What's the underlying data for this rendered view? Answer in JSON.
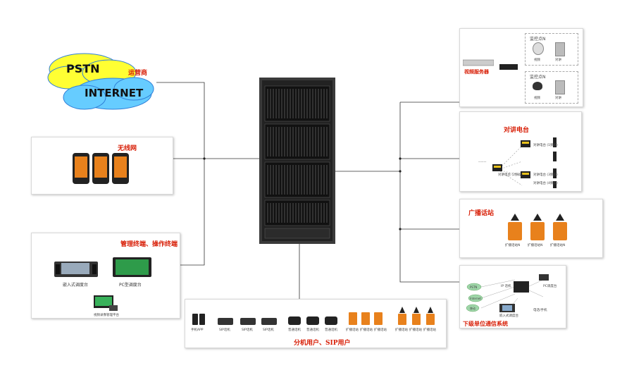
{
  "cloud": {
    "pstn": "PSTN",
    "internet": "INTERNET",
    "carrier": "运营商"
  },
  "wireless": {
    "title": "无线网"
  },
  "management": {
    "title": "管理终端、操作终端",
    "embedded": "嵌入式调度台",
    "pc": "PC型调度台",
    "platform": "视频录像管理平台"
  },
  "video": {
    "server": "视频服务器",
    "point1": "监控点N",
    "point2": "监控点N",
    "video": "视频",
    "intercom": "对讲"
  },
  "radio": {
    "title": "对讲电台",
    "dots": "......",
    "r1": "对讲电台 (1频段)",
    "r2": "对讲电台 (2频段)",
    "r3": "对讲电台 (3频段)",
    "r4": "对讲电台 (4频段)"
  },
  "broadcast": {
    "title": "广播话站",
    "s1": "扩播话站N",
    "s2": "扩播话站N",
    "s3": "扩播话站N"
  },
  "lower": {
    "title": "下级单位通信系统",
    "pstn": "PSTN",
    "internet": "Internet",
    "gsm": "移动",
    "ip": "IP 话机",
    "pc": "PC调度台",
    "embedded": "嵌入式调度台",
    "phone": "电话/手机"
  },
  "users": {
    "title": "分机用户、SIP用户",
    "labels": [
      "手机APP",
      "SIP话机",
      "SIP话机",
      "SIP话机",
      "普通话机",
      "普通话机",
      "普通话机",
      "扩播话站",
      "扩播话站",
      "扩播话站",
      "扩播话站",
      "扩播话站",
      "扩播话站"
    ]
  },
  "colors": {
    "red": "#d81e06",
    "orange": "#e8811c",
    "cloud_yellow": "#ffff33",
    "cloud_blue": "#66ccff",
    "rack": "#2a2a2a"
  }
}
